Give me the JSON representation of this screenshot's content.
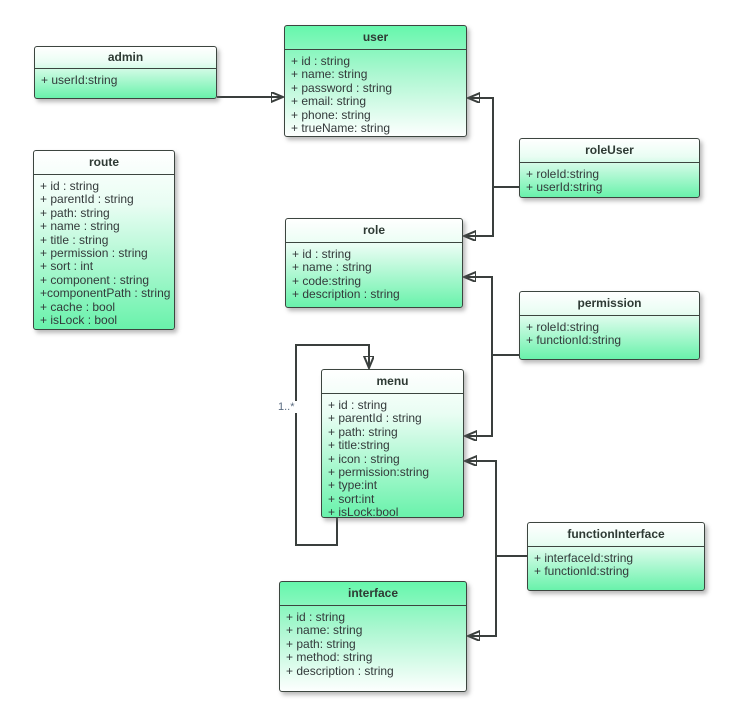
{
  "diagram": {
    "edge_label": "1..*",
    "colors": {
      "node_green": "#69f2ab",
      "node_white": "#ffffff",
      "border": "#3c453f",
      "edge_line": "#3a3f3d",
      "text": "#33393a"
    },
    "entities": [
      {
        "name": "admin",
        "attributes": [
          "+ userId:string"
        ]
      },
      {
        "name": "user",
        "attributes": [
          "+ id : string",
          "+ name: string",
          "+ password : string",
          "+ email: string",
          "+ phone: string",
          "+ trueName: string"
        ]
      },
      {
        "name": "route",
        "attributes": [
          "+ id : string",
          "+ parentId : string",
          "+ path: string",
          "+ name : string",
          "+ title : string",
          "+ permission : string",
          "+ sort : int",
          "+ component : string",
          "+componentPath : string",
          "+ cache : bool",
          "+ isLock : bool"
        ]
      },
      {
        "name": "roleUser",
        "attributes": [
          "+ roleId:string",
          "+ userId:string"
        ]
      },
      {
        "name": "role",
        "attributes": [
          "+ id : string",
          "+ name : string",
          "+ code:string",
          "+ description : string"
        ]
      },
      {
        "name": "permission",
        "attributes": [
          "+ roleId:string",
          "+ functionId:string"
        ]
      },
      {
        "name": "menu",
        "attributes": [
          "+ id : string",
          "+ parentId : string",
          "+ path: string",
          "+ title:string",
          "+ icon : string",
          "+ permission:string",
          "+ type:int",
          "+ sort:int",
          "+ isLock:bool"
        ]
      },
      {
        "name": "functionInterface",
        "attributes": [
          "+ interfaceId:string",
          "+ functionId:string"
        ]
      },
      {
        "name": "interface",
        "attributes": [
          "+ id : string",
          "+ name: string",
          "+ path: string",
          "+ method: string",
          "+ description : string"
        ]
      }
    ],
    "relations": [
      {
        "from": "admin",
        "to": "user",
        "label": ""
      },
      {
        "from": "roleUser",
        "to": "user",
        "label": ""
      },
      {
        "from": "roleUser",
        "to": "role",
        "label": ""
      },
      {
        "from": "permission",
        "to": "role",
        "label": ""
      },
      {
        "from": "permission",
        "to": "menu",
        "label": ""
      },
      {
        "from": "functionInterface",
        "to": "menu",
        "label": ""
      },
      {
        "from": "functionInterface",
        "to": "interface",
        "label": ""
      },
      {
        "from": "menu",
        "to": "menu",
        "label": "1..*"
      }
    ]
  }
}
